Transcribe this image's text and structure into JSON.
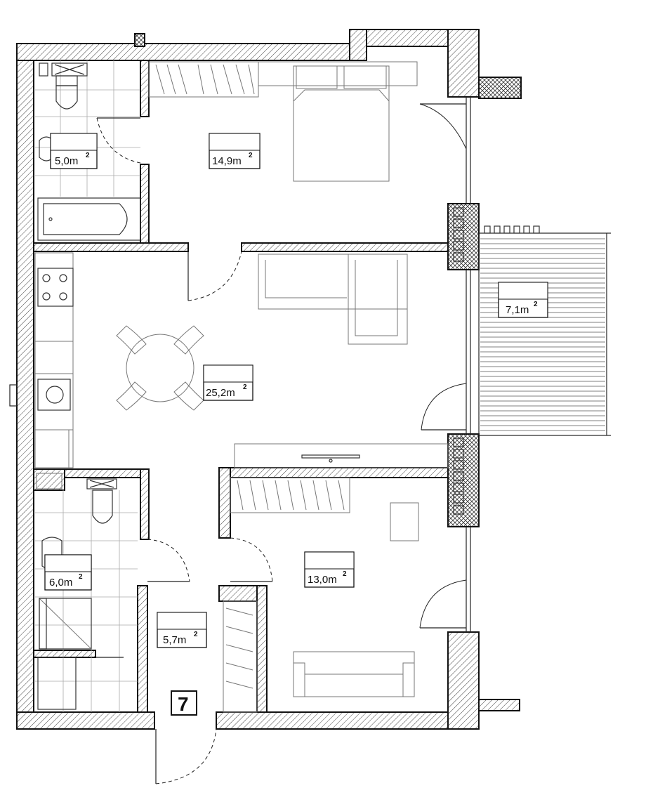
{
  "plan": {
    "unit_number": "7",
    "rooms": [
      {
        "id": "bathroom-top",
        "area": "5,0m",
        "sup": "2"
      },
      {
        "id": "bedroom-top",
        "area": "14,9m",
        "sup": "2"
      },
      {
        "id": "balcony",
        "area": "7,1m",
        "sup": "2"
      },
      {
        "id": "living-kitchen",
        "area": "25,2m",
        "sup": "2"
      },
      {
        "id": "bathroom-bottom",
        "area": "6,0m",
        "sup": "2"
      },
      {
        "id": "hallway",
        "area": "5,7m",
        "sup": "2"
      },
      {
        "id": "bedroom-bottom",
        "area": "13,0m",
        "sup": "2"
      }
    ]
  }
}
